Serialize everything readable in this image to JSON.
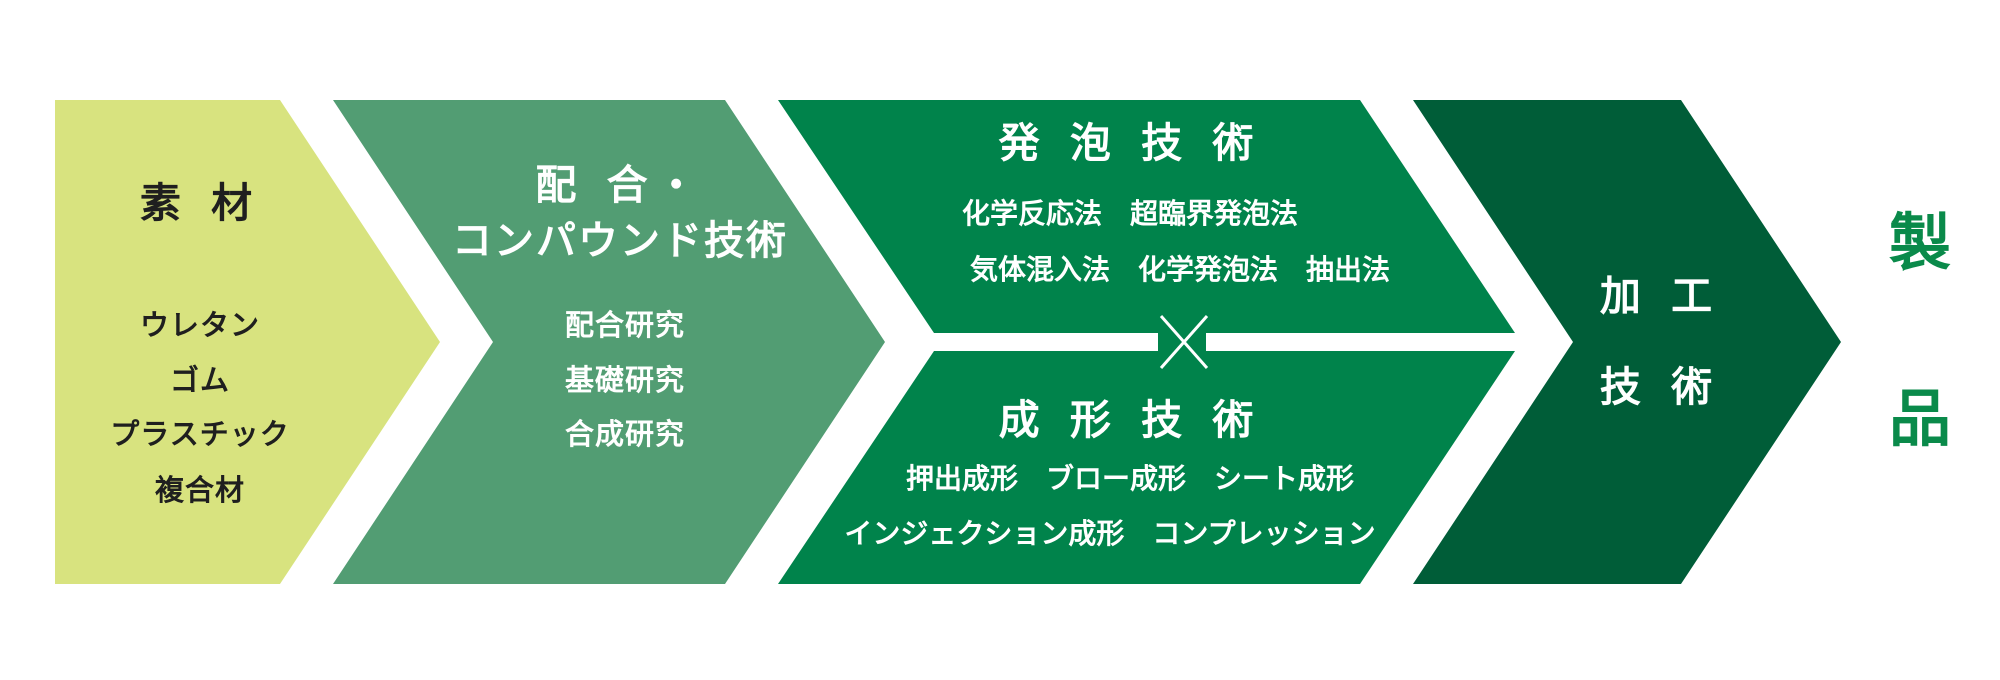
{
  "stages": {
    "materials": {
      "title": "素 材",
      "items": [
        "ウレタン",
        "ゴム",
        "プラスチック",
        "複合材"
      ]
    },
    "compounding": {
      "title_line1": "配 合・",
      "title_line2": "コンパウンド技術",
      "items": [
        "配合研究",
        "基礎研究",
        "合成研究"
      ]
    },
    "foaming": {
      "title": "発 泡 技 術",
      "methods_line1": "化学反応法　超臨界発泡法",
      "methods_line2": "気体混入法　化学発泡法　抽出法"
    },
    "molding": {
      "title": "成 形 技 術",
      "methods_line1": "押出成形　ブロー成形　シート成形",
      "methods_line2": "インジェクション成形　コンプレッション"
    },
    "processing": {
      "title_line1": "加 工",
      "title_line2": "技 術"
    }
  },
  "product": {
    "char1": "製",
    "char2": "品"
  },
  "colors": {
    "materials": "#d8e37f",
    "compounding": "#529d73",
    "foaming_molding": "#00834b",
    "processing": "#005d38",
    "product_text": "#0a8a4a"
  },
  "icons": {
    "combine_symbol": "cross-icon"
  }
}
